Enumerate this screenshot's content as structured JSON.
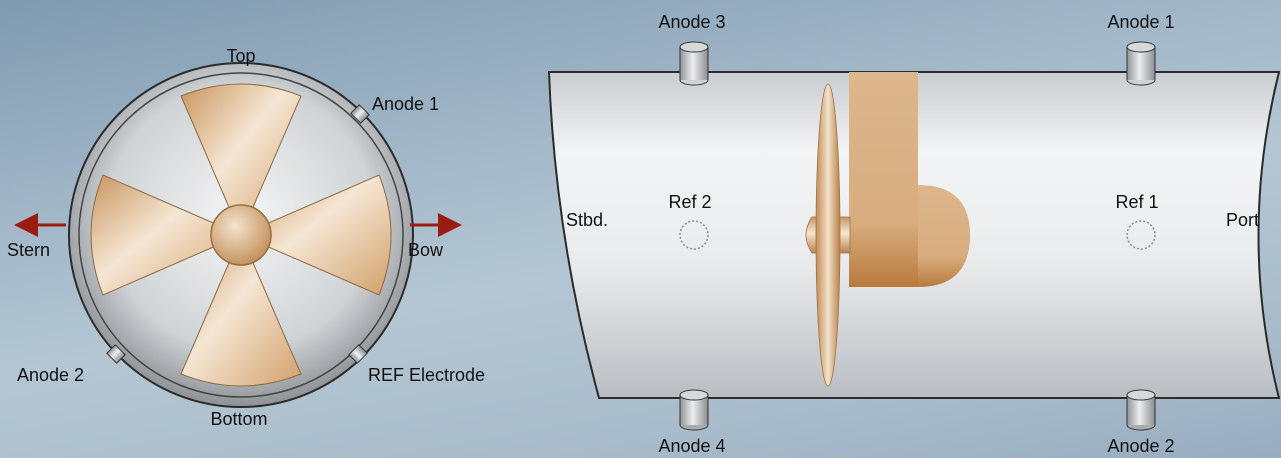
{
  "end_view": {
    "top": "Top",
    "bottom": "Bottom",
    "stern": "Stern",
    "bow": "Bow",
    "anode_1": "Anode 1",
    "anode_2": "Anode 2",
    "ref_electrode": "REF Electrode"
  },
  "side_view": {
    "anode_3": "Anode 3",
    "anode_1": "Anode 1",
    "anode_4": "Anode 4",
    "anode_2": "Anode 2",
    "ref_2": "Ref 2",
    "ref_1": "Ref 1",
    "stbd": "Stbd.",
    "port": "Port"
  },
  "colors": {
    "arrow": "#9b1c10",
    "blade": "#d9b48a",
    "housing": "#e2e4e6"
  }
}
